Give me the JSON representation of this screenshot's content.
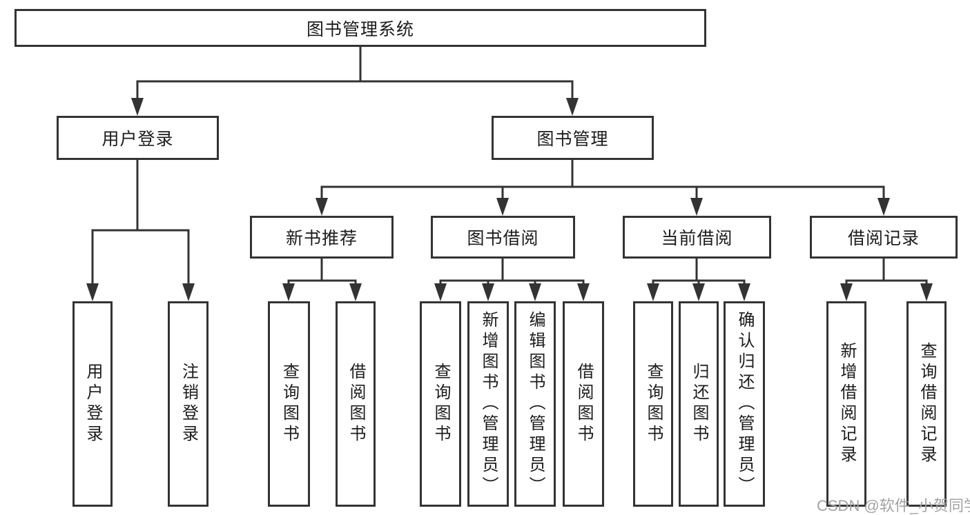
{
  "diagram": {
    "title_node": "图书管理系统",
    "level2": {
      "user_login": "用户登录",
      "book_management": "图书管理"
    },
    "level3": {
      "new_book_recommend": "新书推荐",
      "book_borrow": "图书借阅",
      "current_borrow": "当前借阅",
      "borrow_records": "借阅记录"
    },
    "leaves": {
      "user_login": [
        "用户登录",
        "注销登录"
      ],
      "new_book_recommend": [
        "查询图书",
        "借阅图书"
      ],
      "book_borrow": [
        "查询图书",
        "新增图书（管理员）",
        "编辑图书（管理员）",
        "借阅图书"
      ],
      "current_borrow": [
        "查询图书",
        "归还图书",
        "确认归还（管理员）"
      ],
      "borrow_records": [
        "新增借阅记录",
        "查询借阅记录"
      ]
    }
  },
  "watermark": {
    "text": "CSDN @软件_小贺同学"
  },
  "colors": {
    "background": "#ffffff",
    "box_border": "#333333",
    "connector_line": "#333333",
    "text": "#1c1c1c",
    "watermark_text": "#a3a3a3"
  }
}
